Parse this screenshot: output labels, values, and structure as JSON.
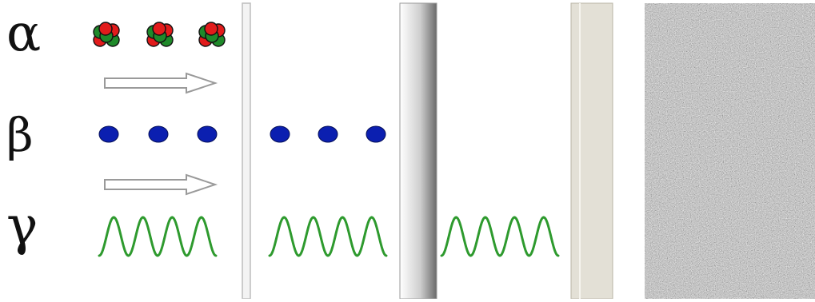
{
  "labels": {
    "alpha": "α",
    "beta": "β",
    "gamma": "γ"
  },
  "colors": {
    "alpha_red": "#e21b1b",
    "alpha_green": "#1f8a2a",
    "beta_blue": "#0b1fb0",
    "gamma_green": "#2e9a2e",
    "arrow_outline": "#9a9a9a",
    "paper_barrier": "#d9d9d9",
    "metal_barrier_dark": "#6a6a6a",
    "metal_barrier_light": "#ffffff",
    "thick_barrier": "#e3e0d6",
    "concrete": "#a5a5a5"
  },
  "icons": {
    "alpha_particle": "helium-nucleus-cluster",
    "beta_particle": "electron-dot",
    "gamma_ray": "sine-wave",
    "direction": "hollow-arrow-right"
  },
  "rays": {
    "alpha_groups": 3,
    "beta_dots_before_first_barrier": 3,
    "beta_dots_after_first_barrier": 3,
    "gamma_waves_segments": 3,
    "wave_cycles_per_segment": 4
  },
  "barriers": [
    "paper-barrier",
    "aluminum-barrier",
    "lead-barrier",
    "concrete-barrier"
  ]
}
